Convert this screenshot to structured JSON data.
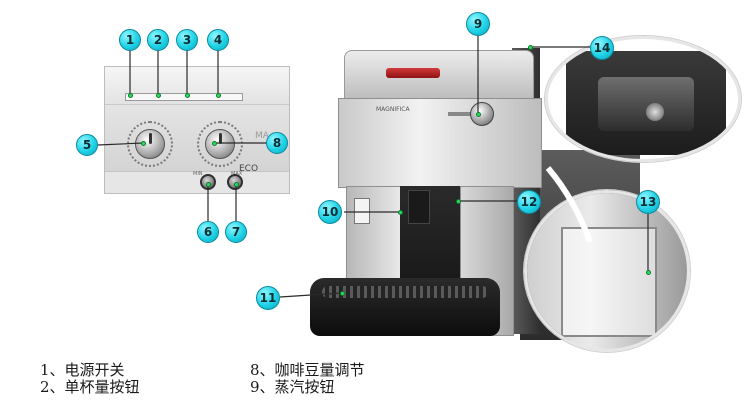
{
  "callouts": [
    "1",
    "2",
    "3",
    "4",
    "5",
    "6",
    "7",
    "8",
    "9",
    "10",
    "11",
    "12",
    "13",
    "14"
  ],
  "panel_text": {
    "eco": "ECO",
    "mag": "MA",
    "min": "MIN",
    "max": "MAX",
    "brand": "MAGNIFICA"
  },
  "legend": {
    "left": [
      "1、电源开关",
      "2、单杯量按钮"
    ],
    "right": [
      "8、咖啡豆量调节",
      "9、蒸汽按钮"
    ]
  },
  "colors": {
    "badge": "#1fd2e6",
    "indicator": "#25e05a"
  }
}
